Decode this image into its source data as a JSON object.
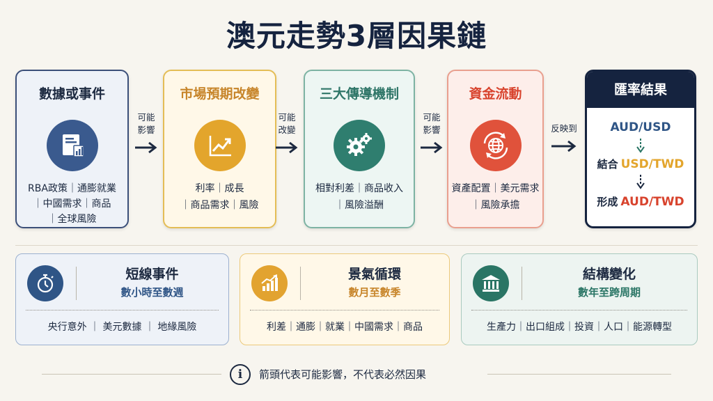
{
  "title": "澳元走勢3層因果鏈",
  "steps": [
    {
      "title": "數據或事件",
      "icon": "report-chart-icon",
      "lines": [
        "RBA政策｜通膨就業",
        "｜中國需求｜商品",
        "｜全球風險"
      ]
    },
    {
      "title": "市場預期改變",
      "icon": "trend-up-icon",
      "lines": [
        "利率｜成長",
        "｜商品需求｜風險"
      ]
    },
    {
      "title": "三大傳導機制",
      "icon": "gears-icon",
      "lines": [
        "相對利差｜商品收入",
        "｜風險溢酬"
      ]
    },
    {
      "title": "資金流動",
      "icon": "globe-cycle-icon",
      "lines": [
        "資產配置｜美元需求",
        "｜風險承擔"
      ]
    }
  ],
  "connectors": [
    [
      "可能",
      "影響"
    ],
    [
      "可能",
      "改變"
    ],
    [
      "可能",
      "影響"
    ],
    [
      "反映到"
    ]
  ],
  "result": {
    "title": "匯率結果",
    "pair1": "AUD/USD",
    "label2": "結合",
    "pair2": "USD/TWD",
    "label3": "形成",
    "pair3": "AUD/TWD"
  },
  "horizons": [
    {
      "title": "短線事件",
      "subtitle": "數小時至數週",
      "icon": "stopwatch-icon",
      "items": "央行意外 ｜ 美元數據 ｜ 地緣風險"
    },
    {
      "title": "景氣循環",
      "subtitle": "數月至數季",
      "icon": "bar-growth-icon",
      "items": "利差｜通膨｜就業｜中國需求｜商品"
    },
    {
      "title": "結構變化",
      "subtitle": "數年至跨周期",
      "icon": "bank-building-icon",
      "items": "生產力｜出口組成｜投資｜人口｜能源轉型"
    }
  ],
  "footer": {
    "icon": "info-icon",
    "note": "箭頭代表可能影響，不代表必然因果"
  },
  "colors": {
    "navy": "#15233f",
    "blue": "#3a5a8e",
    "gold": "#e3a52c",
    "teal": "#2f7e6f",
    "red": "#e0523b",
    "usd_twd": "#e3a52c",
    "aud_twd": "#d8432d",
    "aud_usd": "#2f5586"
  }
}
